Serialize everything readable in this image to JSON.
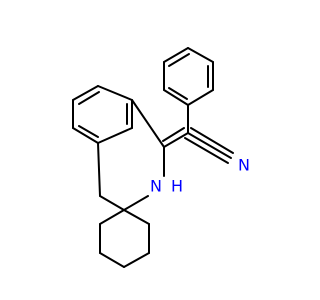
{
  "molecule": {
    "atoms": {
      "nitrile_n": {
        "label": "N",
        "color": "#0000ff"
      },
      "amine": {
        "label": "N",
        "color": "#0000ff"
      },
      "amine_h": {
        "label": "H",
        "color": "#0000ff"
      }
    },
    "bond_color": "#000000"
  }
}
